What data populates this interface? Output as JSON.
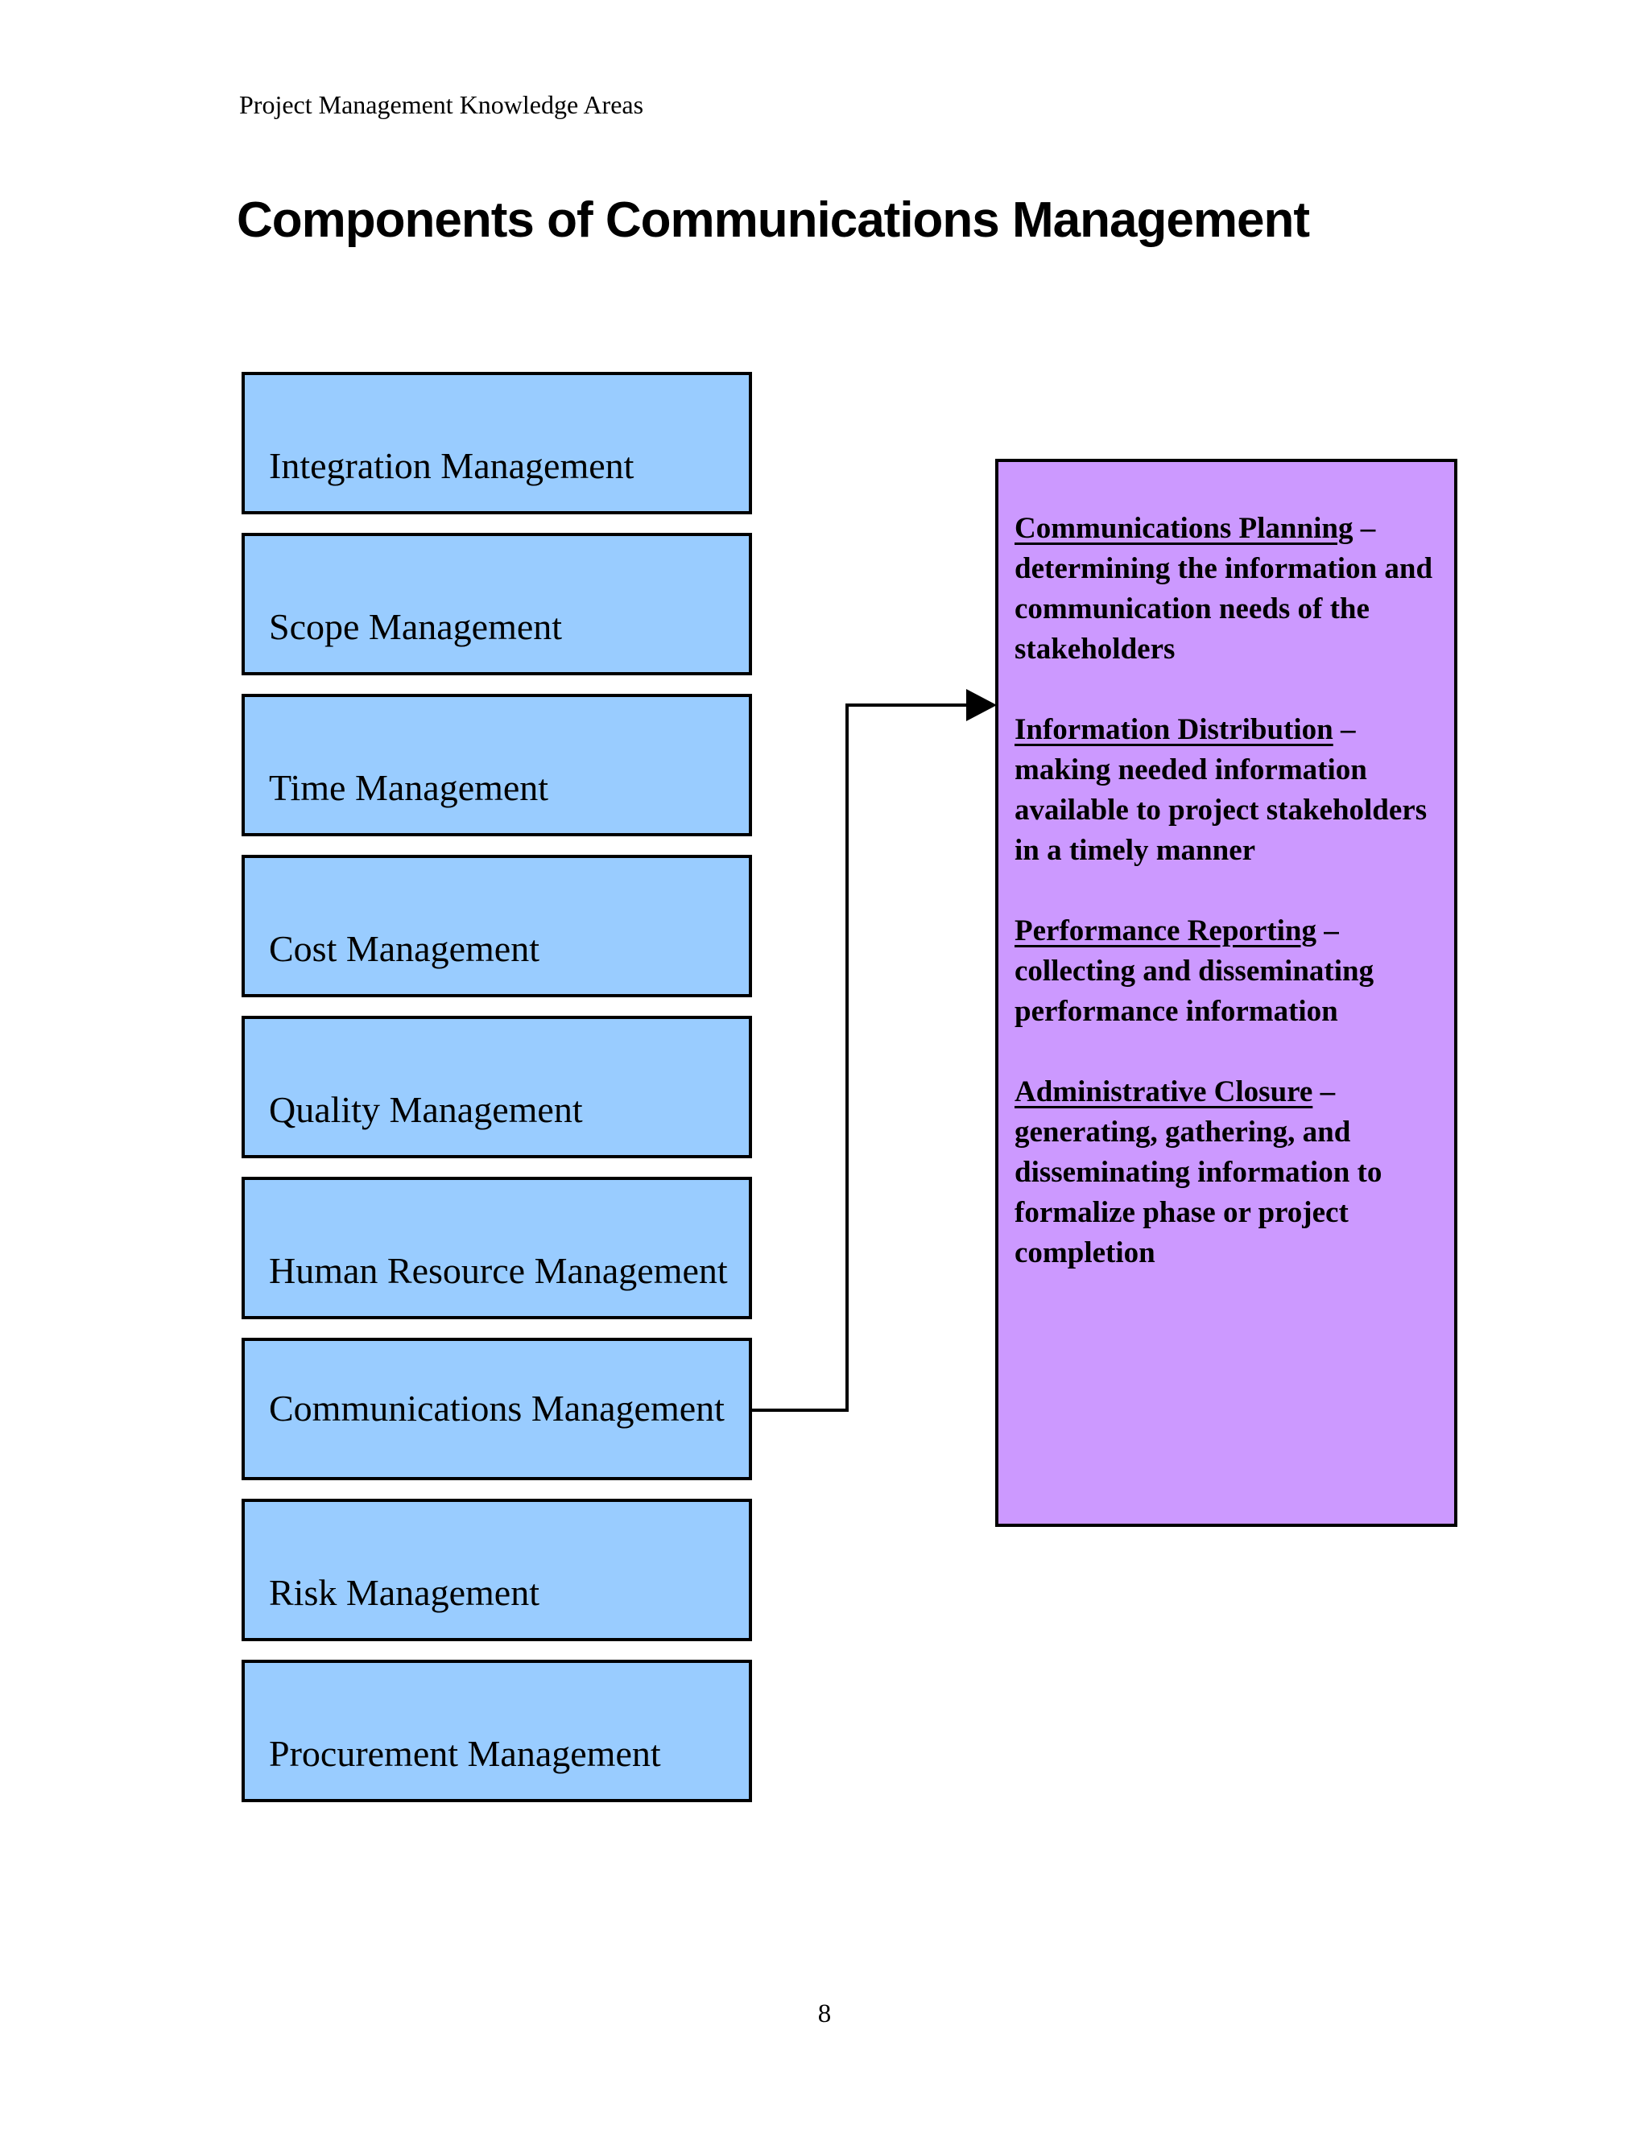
{
  "page": {
    "header": "Project Management Knowledge Areas",
    "title": "Components of Communications Management",
    "page_number": "8"
  },
  "diagram": {
    "knowledge_areas": [
      "Integration Management",
      "Scope Management",
      "Time Management",
      "Cost Management",
      "Quality Management",
      "Human Resource Management",
      "Communications Management",
      "Risk Management",
      "Procurement Management"
    ],
    "panel": {
      "items": [
        {
          "heading": "Communications Planning",
          "dash": "–",
          "description": "determining the information and communication needs of the stakeholders"
        },
        {
          "heading": "Information Distribution",
          "dash": "–",
          "description": "making needed information available to project stakeholders in a timely manner"
        },
        {
          "heading": "Performance Reporting",
          "dash": "–",
          "description": "collecting and disseminating performance information"
        },
        {
          "heading": "Administrative Closure",
          "dash": "–",
          "description": "generating, gathering, and disseminating information to formalize phase or project completion"
        }
      ]
    },
    "colors": {
      "area_box_fill": "#99CCFF",
      "panel_fill": "#CC99FF",
      "border": "#000000"
    }
  }
}
